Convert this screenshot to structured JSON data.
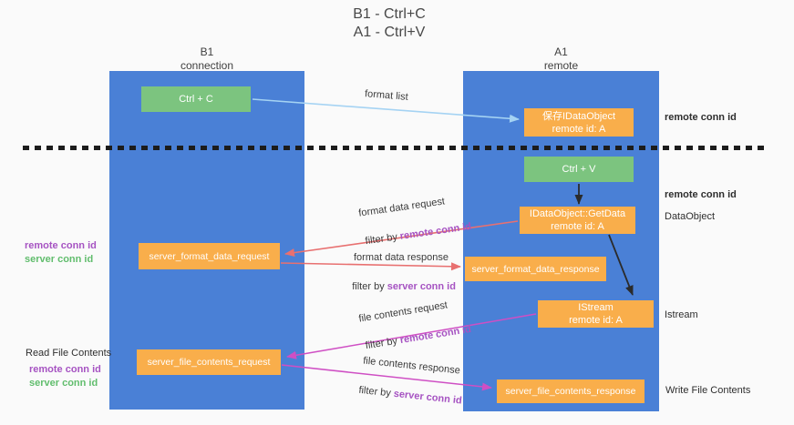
{
  "title": {
    "line1": "B1 - Ctrl+C",
    "line2": "A1 - Ctrl+V"
  },
  "lifelines": {
    "left": {
      "name": "B1",
      "role": "connection"
    },
    "right": {
      "name": "A1",
      "role": "remote"
    }
  },
  "boxes": {
    "ctrl_c": {
      "label": "Ctrl + C"
    },
    "ctrl_v": {
      "label": "Ctrl + V"
    },
    "save_dataobject": {
      "line1": "保存IDataObject",
      "line2": "remote id: A"
    },
    "getdata": {
      "line1": "IDataObject::GetData",
      "line2": "remote id: A"
    },
    "istream": {
      "line1": "IStream",
      "line2": "remote id: A"
    },
    "format_request": {
      "label": "server_format_data_request"
    },
    "format_response": {
      "label": "server_format_data_response"
    },
    "file_request": {
      "label": "server_file_contents_request"
    },
    "file_response": {
      "label": "server_file_contents_response"
    }
  },
  "arrow_labels": {
    "format_list": "format list",
    "format_data_request": "format data request",
    "format_data_response": "format data response",
    "file_contents_request": "file contents request",
    "file_contents_response": "file contents response",
    "filter_by": "filter by ",
    "remote_conn_id": "remote conn id",
    "server_conn_id": "server conn id"
  },
  "side_labels": {
    "remote_conn_id": "remote conn id",
    "server_conn_id": "server conn id",
    "dataobject": "DataObject",
    "istream": "Istream",
    "read_file_contents": "Read File Contents",
    "write_file_contents": "Write File Contents"
  },
  "colors": {
    "lifeline_blue": "#4a80d6",
    "box_green": "#7cc47f",
    "box_orange": "#f9ae4b",
    "arrow_red": "#e87070",
    "arrow_magenta": "#cf4fc4",
    "arrow_light_blue": "#a5d3f3",
    "arrow_black": "#2b2b2b",
    "text_purple": "#a653c2",
    "text_green": "#61bd6d"
  }
}
